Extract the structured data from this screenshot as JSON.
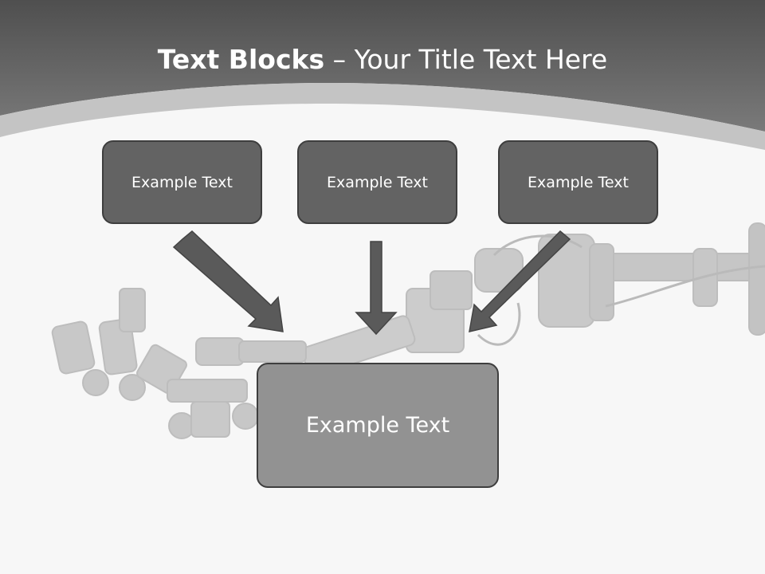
{
  "slide": {
    "title_bold": "Text Blocks",
    "title_dash": "–",
    "title_rest": "Your Title Text Here"
  },
  "boxes": {
    "top_left": "Example Text",
    "top_center": "Example Text",
    "top_right": "Example Text",
    "main": "Example Text"
  },
  "colors": {
    "header_dark": "#555555",
    "header_light": "#7a7a7a",
    "band": "#c4c4c4",
    "background": "#f7f7f7",
    "box_fill": "#636363",
    "main_box_fill": "#929292",
    "box_border": "#3e3e3e",
    "arrow": "#5a5a5a"
  },
  "image": {
    "description_icon": "robot-hand-icon"
  }
}
